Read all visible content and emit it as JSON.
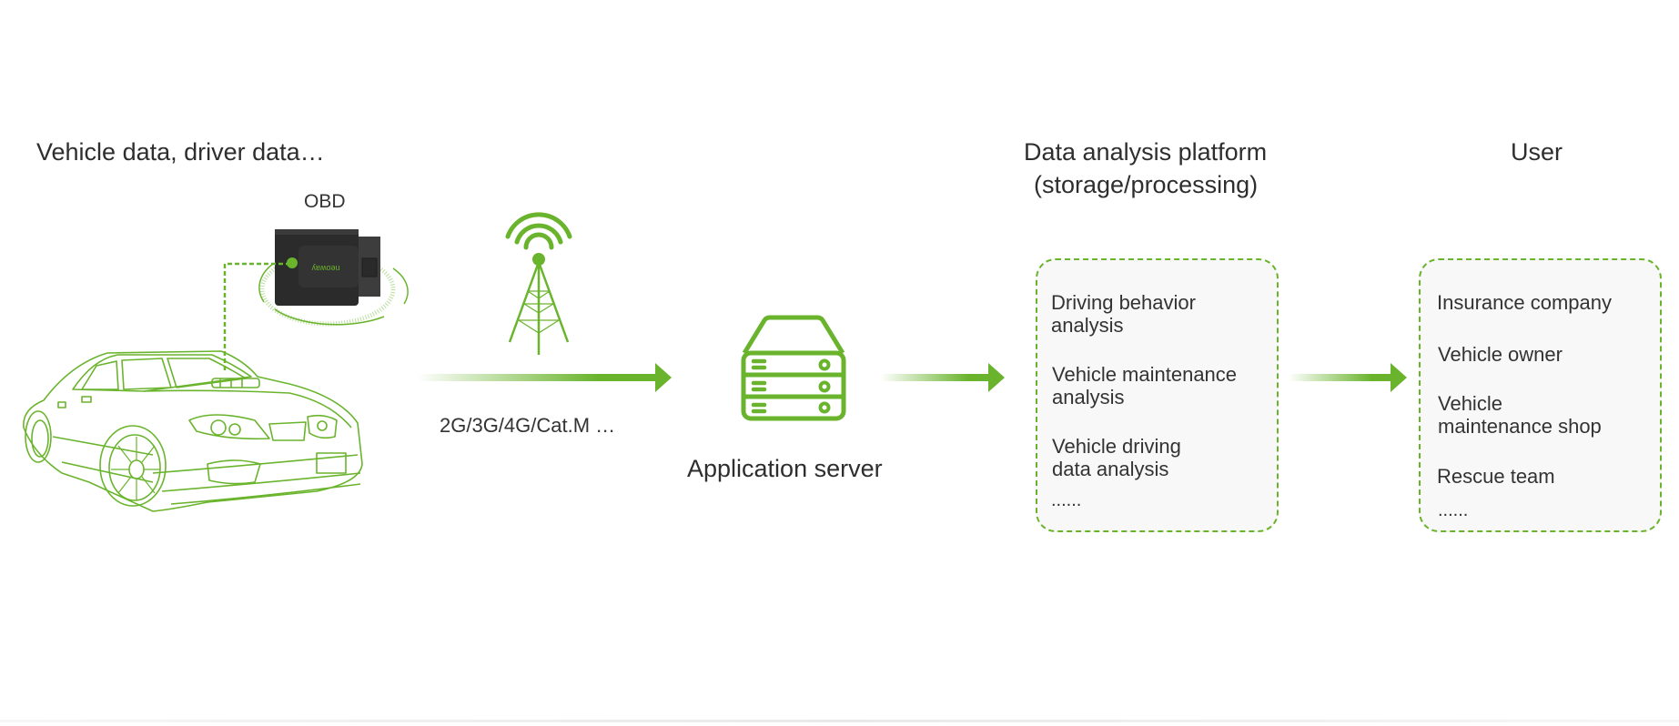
{
  "colors": {
    "accent": "#6ab42d",
    "text": "#333333",
    "box_fill": "#f8f8f8",
    "device_body": "#2b2b2b"
  },
  "source": {
    "title": "Vehicle data, driver data…",
    "device_label": "OBD",
    "device_brand": "neoway",
    "vehicle_icon": "car-outline-icon",
    "device_icon": "obd-device-icon"
  },
  "network": {
    "icon": "cell-tower-icon",
    "label": "2G/3G/4G/Cat.M  …"
  },
  "server": {
    "icon": "server-icon",
    "label": "Application server"
  },
  "platform": {
    "title_line1": "Data analysis platform",
    "title_line2": "(storage/processing)",
    "items": [
      "Driving behavior\nanalysis",
      "Vehicle maintenance\nanalysis",
      "Vehicle driving\ndata analysis",
      "......"
    ]
  },
  "users": {
    "title": "User",
    "items": [
      "Insurance company",
      "Vehicle owner",
      "Vehicle\nmaintenance shop",
      "Rescue team",
      "......"
    ]
  },
  "flow_arrows": [
    "device-to-server",
    "server-to-platform",
    "platform-to-user"
  ]
}
